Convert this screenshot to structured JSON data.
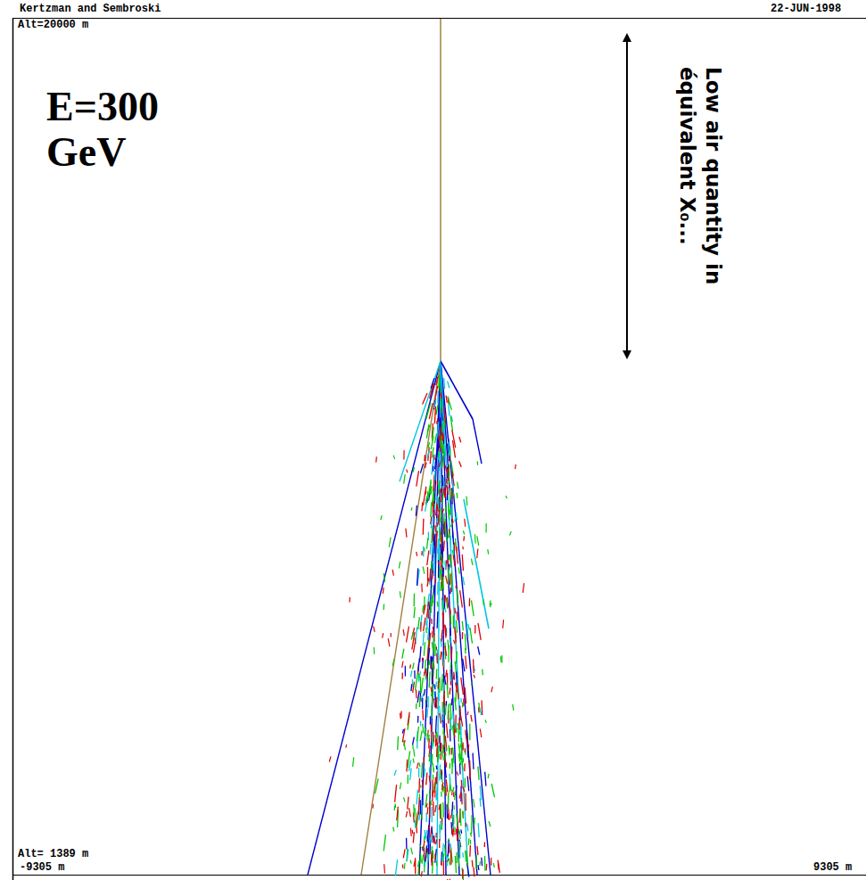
{
  "diagram": {
    "labels": [
      "Kertzman and Sembroski",
      "22-JUN-1998",
      "Alt=20000 m",
      "E=300 GeV",
      "Low air quantity in équivalent X₀...",
      "Alt= 1389 m",
      "-9305 m",
      "9305 m"
    ]
  }
}
